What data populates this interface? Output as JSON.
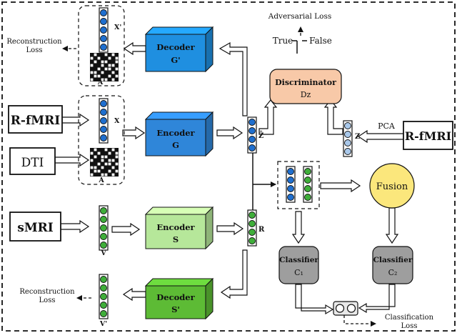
{
  "labels": {
    "adversarial_loss": "Adversarial Loss",
    "true": "True",
    "false": "False",
    "reconstruction_loss_top_1": "Reconstruction",
    "reconstruction_loss_top_2": "Loss",
    "reconstruction_loss_bottom_1": "Reconstruction",
    "reconstruction_loss_bottom_2": "Loss",
    "classification_loss_1": "Classification",
    "classification_loss_2": "Loss",
    "x_prime": "X'",
    "a_prime": "A'",
    "x": "X",
    "a": "A",
    "v": "V",
    "v_prime": "V'",
    "z_bar": "Z̄",
    "z": "Z",
    "r": "R",
    "pca": "PCA",
    "fusion": "Fusion"
  },
  "inputs": {
    "rfmri_left": "R-fMRI",
    "dti": "DTI",
    "smri": "sMRI",
    "rfmri_right": "R-fMRI"
  },
  "blocks": {
    "decoder_g": {
      "line1": "Decoder",
      "line2": "G'"
    },
    "encoder_g": {
      "line1": "Encoder",
      "line2": "G"
    },
    "encoder_s": {
      "line1": "Encoder",
      "line2": "S"
    },
    "decoder_s": {
      "line1": "Decoder",
      "line2": "S'"
    },
    "discriminator": {
      "line1": "Discriminator",
      "line2": "Dz"
    },
    "classifier_1": {
      "line1": "Classifier",
      "line2": "C₁"
    },
    "classifier_2": {
      "line1": "Classifier",
      "line2": "C₂"
    }
  },
  "colors": {
    "blue_node": "#1f6fcf",
    "green_node": "#3fae3a",
    "light_blue_node": "#a9c8ea",
    "rfmri_text": "#2a73c9",
    "smri_text": "#6abf3a",
    "decoder_g": "#1f8fe0",
    "encoder_g": "#2f86d9",
    "encoder_s": "#b6e79a",
    "decoder_s": "#5dbb35",
    "discriminator": "#f8c9a8",
    "classifier": "#9e9e9e",
    "fusion": "#fbe77c"
  },
  "icons": {
    "node_column": "vector-icon",
    "adjacency_grid": "matrix-icon"
  }
}
